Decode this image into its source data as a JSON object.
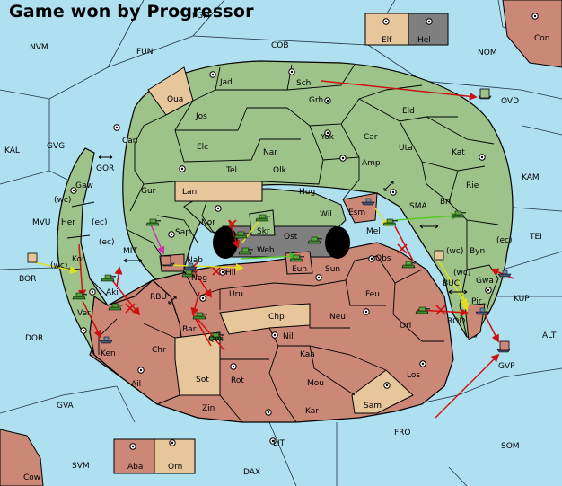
{
  "title": "Game won by Progressor",
  "colors": {
    "sea": "#aee0f0",
    "land_green": "#9dc38a",
    "land_red": "#cc8877",
    "land_tan": "#e6c69a",
    "land_gray": "#7f7f7f",
    "border": "#000000",
    "arrow_red": "#cc1111",
    "arrow_yellow": "#f0f040",
    "arrow_green": "#55cc22",
    "arrow_magenta": "#cc33aa"
  },
  "labels": {
    "nvm": "NVM",
    "fun": "FUN",
    "cob": "COB",
    "nom": "NOM",
    "con": "Con",
    "elf": "Elf",
    "hel": "Hel",
    "fgm": "FGM",
    "kal": "KAL",
    "gvg": "GVG",
    "gor": "GOR",
    "gaw": "Gaw",
    "wc1": "(wc)",
    "her": "Her",
    "ec1": "(ec)",
    "mvu": "MVU",
    "ec2": "(ec)",
    "kor": "Kor",
    "wc2": "(wc)",
    "mit": "MIT",
    "bor": "BOR",
    "ver": "Ver",
    "aki": "Aki",
    "rbu": "RBU",
    "ken": "Ken",
    "dor": "DOR",
    "jad": "Jad",
    "sch": "Sch",
    "ovd": "OVD",
    "qua": "Qua",
    "jos": "Jos",
    "grh": "Grh",
    "eld": "Eld",
    "can": "Can",
    "elc": "Elc",
    "nar": "Nar",
    "yok": "Yok",
    "car": "Car",
    "uta": "Uta",
    "kat": "Kat",
    "kam": "KAM",
    "tel": "Tel",
    "olk": "Olk",
    "amp": "Amp",
    "gur": "Gur",
    "lan": "Lan",
    "hug": "Hug",
    "rie": "Rie",
    "bri": "Bri",
    "sma": "SMA",
    "esm": "Esm",
    "wil": "Wil",
    "nor": "Nor",
    "skr": "Skr",
    "sap": "Sap",
    "ost": "Ost",
    "web": "Web",
    "mel": "Mel",
    "byn": "Byn",
    "ec3": "(ec)",
    "tei": "TEI",
    "nab": "Nab",
    "eun": "Eun",
    "sun": "Sun",
    "obs": "Obs",
    "wc3": "(wc)",
    "wc4": "(wc)",
    "buc": "BUC",
    "gwa": "Gwa",
    "kup": "KUP",
    "hil": "Hil",
    "nog": "Nog",
    "uru": "Uru",
    "feu": "Feu",
    "pir": "Pir",
    "rod": "ROD",
    "chp": "Chp",
    "neu": "Neu",
    "orl": "Orl",
    "alt": "ALT",
    "bar": "Bar",
    "qwi": "Qwi",
    "nil": "Nil",
    "chr": "Chr",
    "kaa": "Kaa",
    "gvp": "GVP",
    "sot": "Sot",
    "rot": "Rot",
    "los": "Los",
    "ail": "Ail",
    "mou": "Mou",
    "gva": "GVA",
    "zin": "Zin",
    "kar": "Kar",
    "sam": "Sam",
    "fro": "FRO",
    "lit": "LIT",
    "som": "SOM",
    "aba": "Aba",
    "orn": "Orn",
    "svm": "SVM",
    "dax": "DAX",
    "cow": "Cow"
  }
}
